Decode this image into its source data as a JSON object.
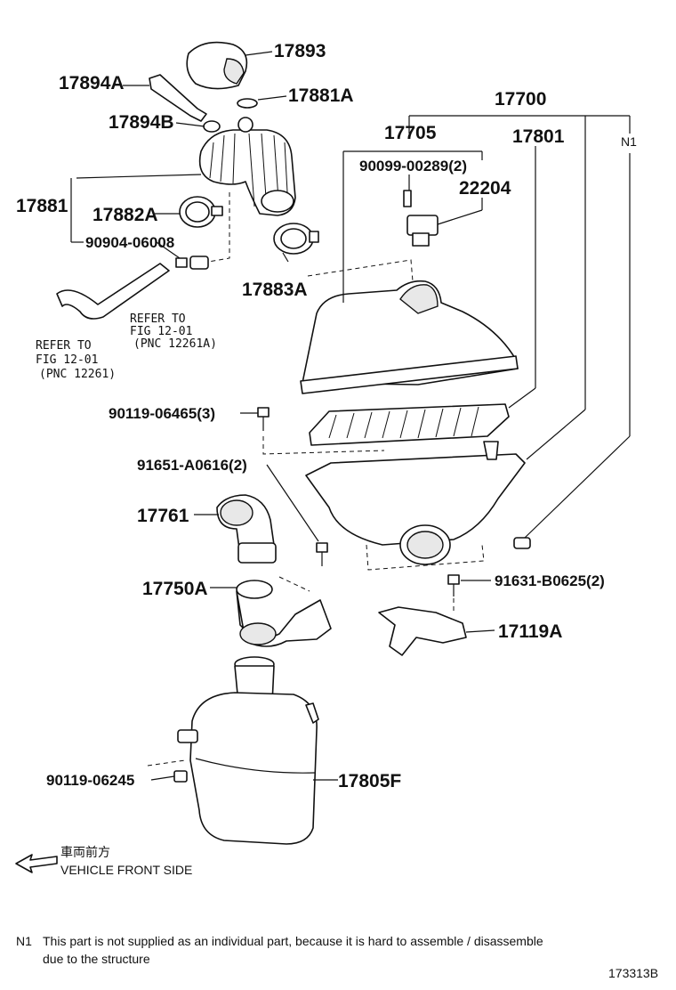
{
  "parts": {
    "p17893": "17893",
    "p17894A": "17894A",
    "p17881A": "17881A",
    "p17700": "17700",
    "p17705": "17705",
    "p17801": "17801",
    "pN1": "N1",
    "p17894B": "17894B",
    "p90099": "90099-00289(2)",
    "p22204": "22204",
    "p17881": "17881",
    "p17882A": "17882A",
    "p90904": "90904-06008",
    "p17883A": "17883A",
    "p90119a": "90119-06465(3)",
    "p91651": "91651-A0616(2)",
    "p17761": "17761",
    "p17750A": "17750A",
    "p91631": "91631-B0625(2)",
    "p17119A": "17119A",
    "p90119b": "90119-06245",
    "p17805F": "17805F"
  },
  "refs": {
    "r1_line1": "REFER TO",
    "r1_line2": "FIG 12-01",
    "r1_line3": "(PNC 12261A)",
    "r2_line1": "REFER TO",
    "r2_line2": "FIG 12-01",
    "r2_line3": "(PNC 12261)"
  },
  "legend": {
    "front_jp": "車両前方",
    "front_en": "VEHICLE FRONT SIDE"
  },
  "footnote": {
    "marker": "N1",
    "line1": "This part is not supplied as an individual part, because it is hard to assemble / disassemble",
    "line2": "due to the structure"
  },
  "figure_id": "173313B"
}
